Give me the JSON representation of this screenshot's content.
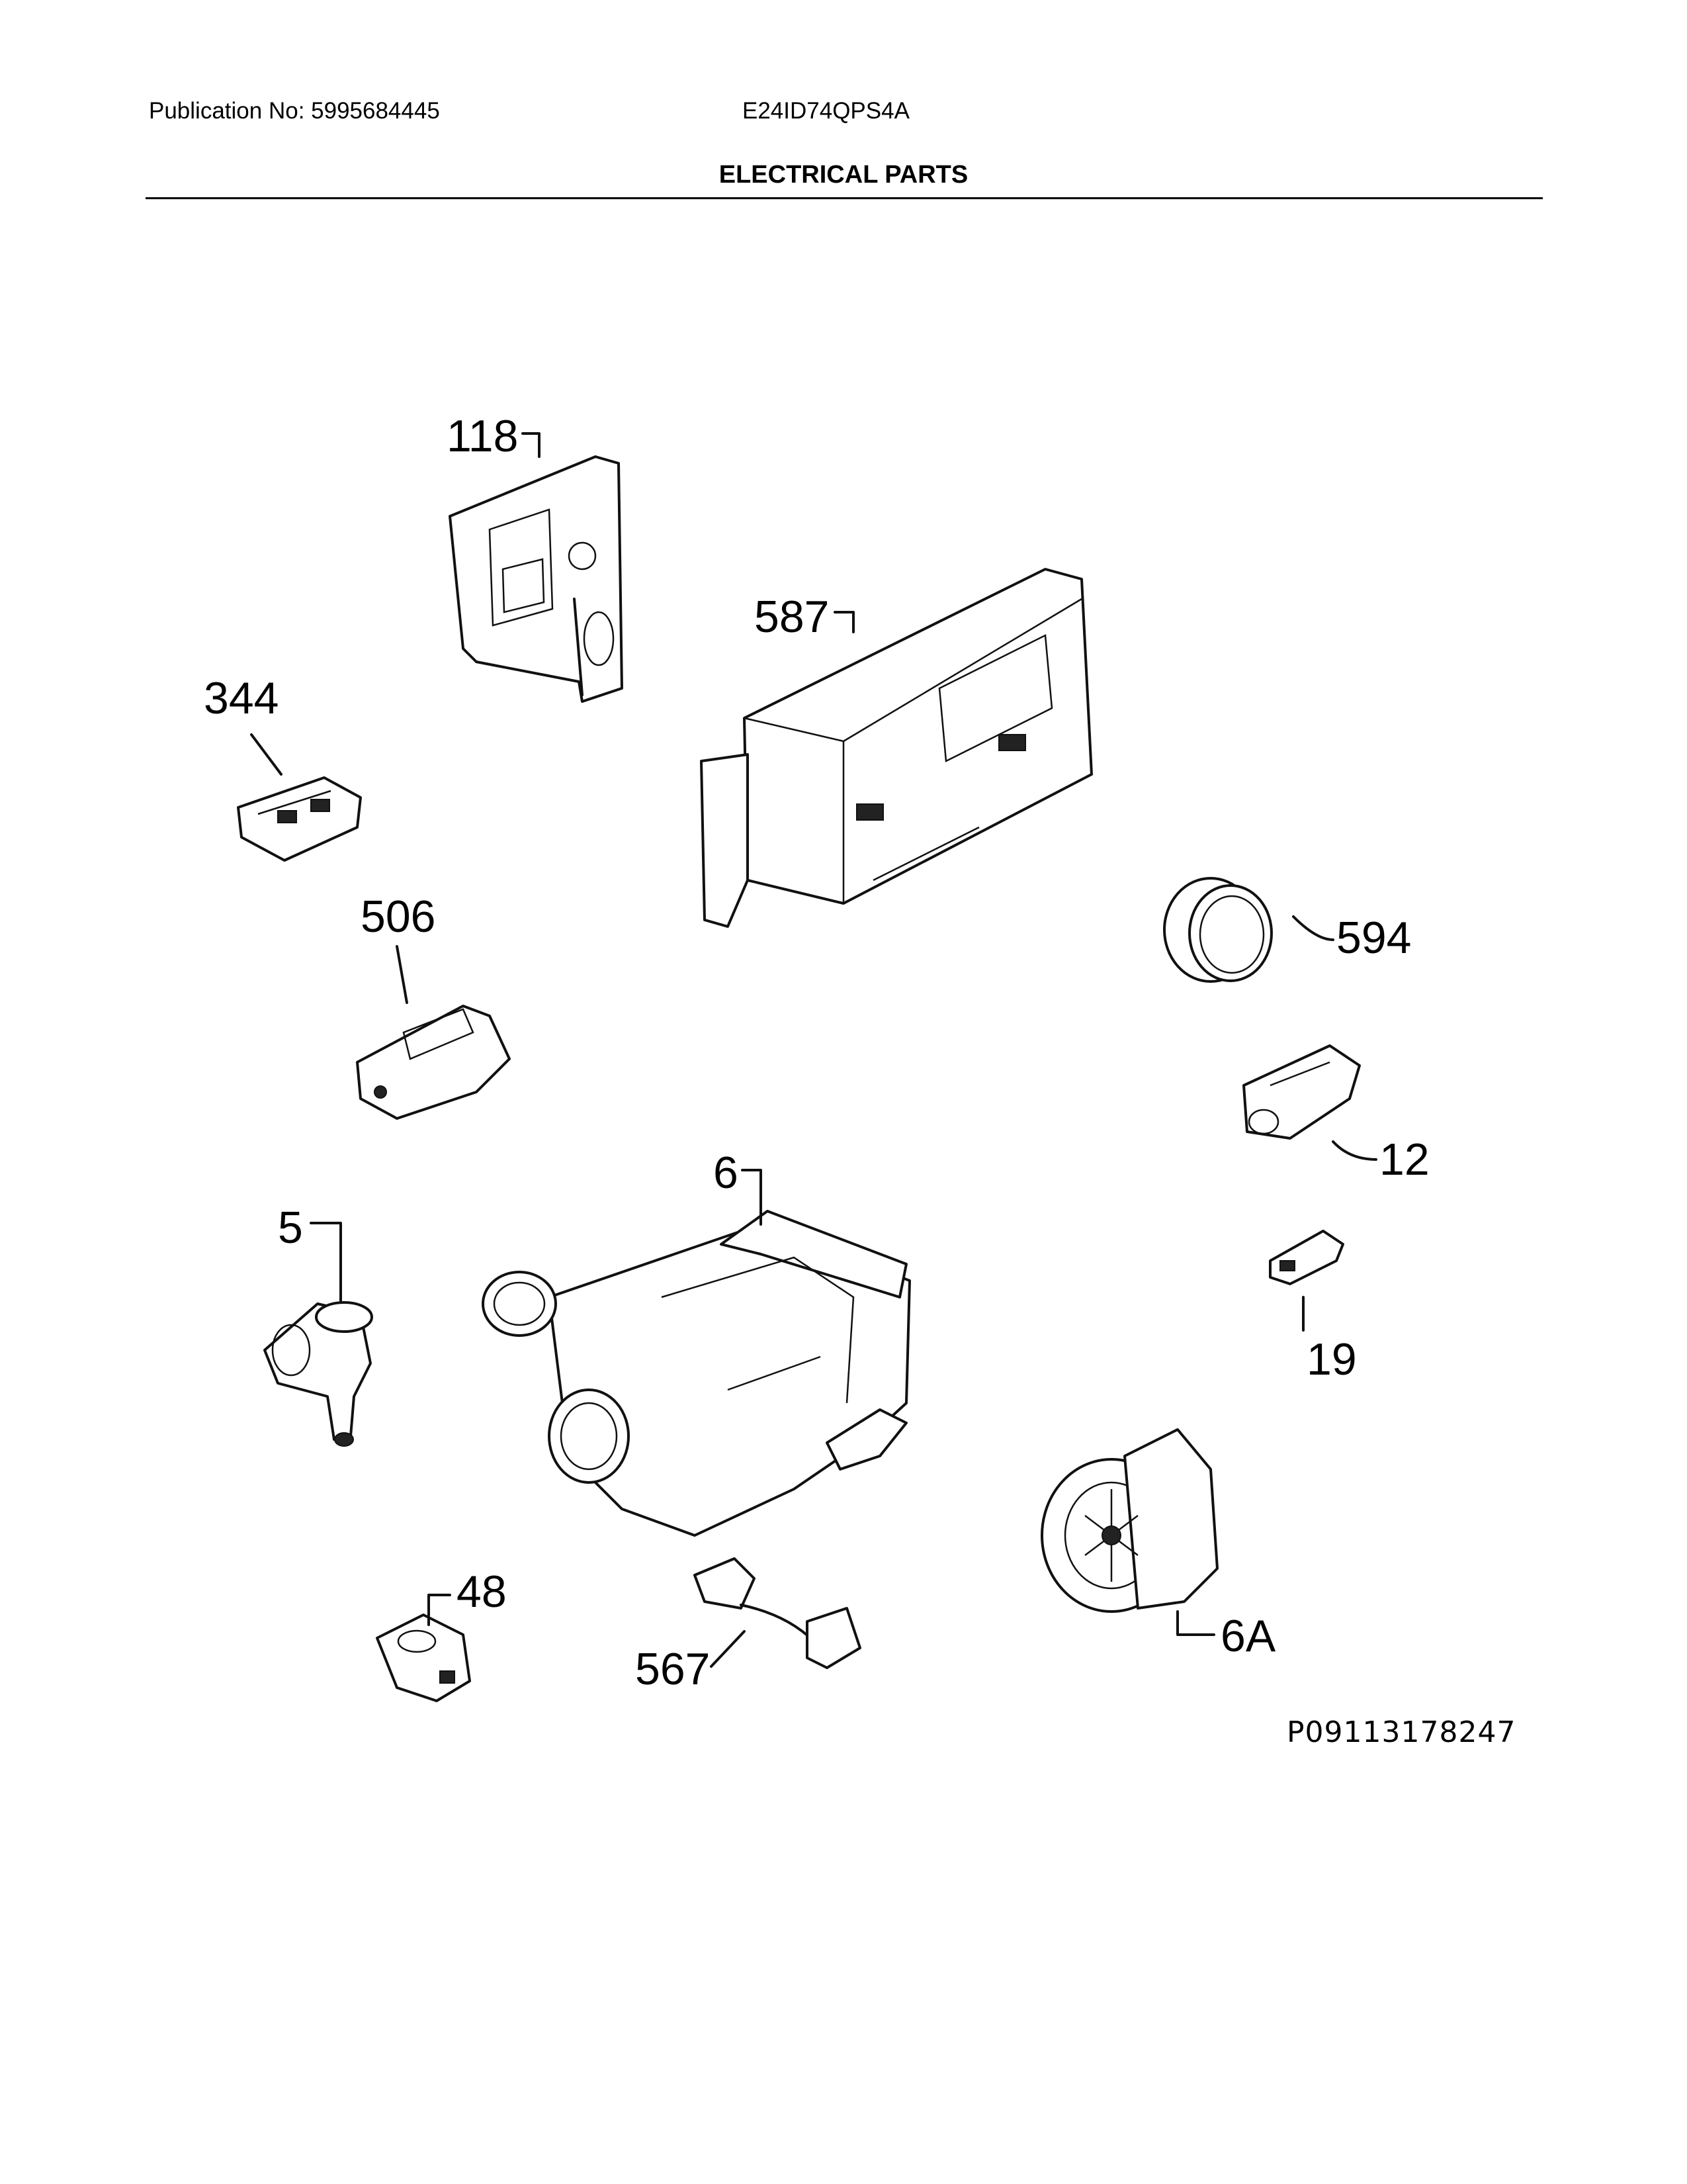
{
  "header": {
    "publication": "Publication No: 5995684445",
    "model": "E24ID74QPS4A",
    "title": "ELECTRICAL PARTS"
  },
  "drawing_code": "P09113178247",
  "callouts": [
    {
      "id": "118",
      "label": "118"
    },
    {
      "id": "587",
      "label": "587"
    },
    {
      "id": "344",
      "label": "344"
    },
    {
      "id": "506",
      "label": "506"
    },
    {
      "id": "594",
      "label": "594"
    },
    {
      "id": "12",
      "label": "12"
    },
    {
      "id": "6",
      "label": "6"
    },
    {
      "id": "5",
      "label": "5"
    },
    {
      "id": "19",
      "label": "19"
    },
    {
      "id": "48",
      "label": "48"
    },
    {
      "id": "567",
      "label": "567"
    },
    {
      "id": "6A",
      "label": "6A"
    }
  ]
}
